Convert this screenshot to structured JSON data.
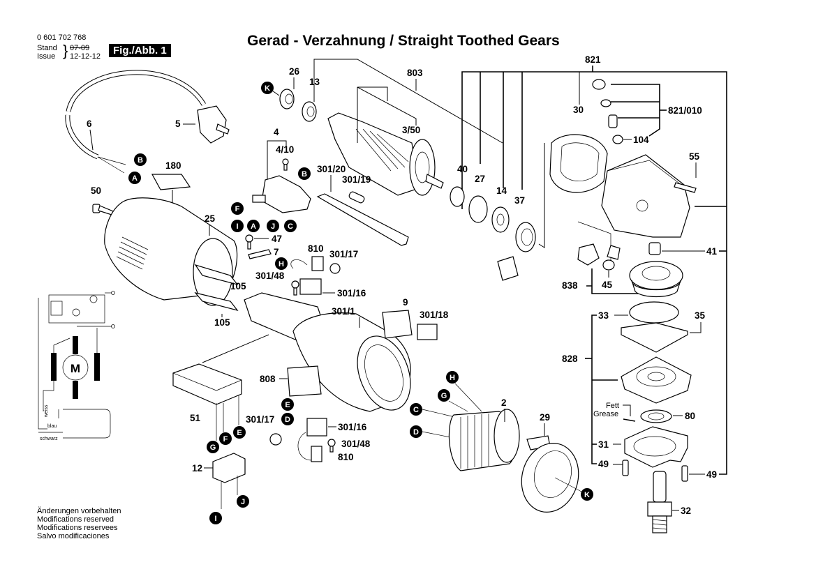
{
  "header": {
    "part_number": "0 601 702 768",
    "stand_label": "Stand",
    "issue_label": "Issue",
    "stand_old_date": "07-09",
    "issue_date": "12-12-12",
    "figure_badge": "Fig./Abb. 1"
  },
  "title": "Gerad - Verzahnung / Straight Toothed Gears",
  "footer": {
    "lines": [
      "Änderungen vorbehalten",
      "Modifications reserved",
      "Modifications reservees",
      "Salvo modificaciones"
    ]
  },
  "wiring": {
    "motor_label": "M",
    "wire_white": "weiss",
    "wire_blue": "blau",
    "wire_black": "schwarz"
  },
  "grease_note": {
    "de": "Fett",
    "en": "Grease"
  },
  "part_labels": {
    "p6": "6",
    "p5": "5",
    "p180": "180",
    "p50": "50",
    "p25": "25",
    "p105a": "105",
    "p105b": "105",
    "p26": "26",
    "p13": "13",
    "p803": "803",
    "p350": "3/50",
    "p4": "4",
    "p410": "4/10",
    "p30120": "301/20",
    "p30119": "301/19",
    "p47": "47",
    "p7": "7",
    "p810a": "810",
    "p30117a": "301/17",
    "p30148a": "301/48",
    "p30116a": "301/16",
    "p3011": "301/1",
    "p9": "9",
    "p30118": "301/18",
    "p808": "808",
    "p51": "51",
    "p30117b": "301/17",
    "p30116b": "301/16",
    "p30148b": "301/48",
    "p810b": "810",
    "p12": "12",
    "p2": "2",
    "p29": "29",
    "p821": "821",
    "p40": "40",
    "p27": "27",
    "p14": "14",
    "p37": "37",
    "p30": "30",
    "p821010": "821/010",
    "p104": "104",
    "p55": "55",
    "p41": "41",
    "p838": "838",
    "p45": "45",
    "p33": "33",
    "p35": "35",
    "p828": "828",
    "p80": "80",
    "p31": "31",
    "p49a": "49",
    "p49b": "49",
    "p32": "32"
  },
  "connector_callouts": {
    "k1": "K",
    "b1": "B",
    "a1": "A",
    "b2": "B",
    "f1": "F",
    "i1": "I",
    "a2": "A",
    "j1": "J",
    "c1": "C",
    "h1": "H",
    "e1": "E",
    "d1": "D",
    "g1": "G",
    "f2": "F",
    "e2": "E",
    "j2": "J",
    "i2": "I",
    "h2": "H",
    "g2": "G",
    "c2": "C",
    "d2": "D",
    "k2": "K"
  }
}
